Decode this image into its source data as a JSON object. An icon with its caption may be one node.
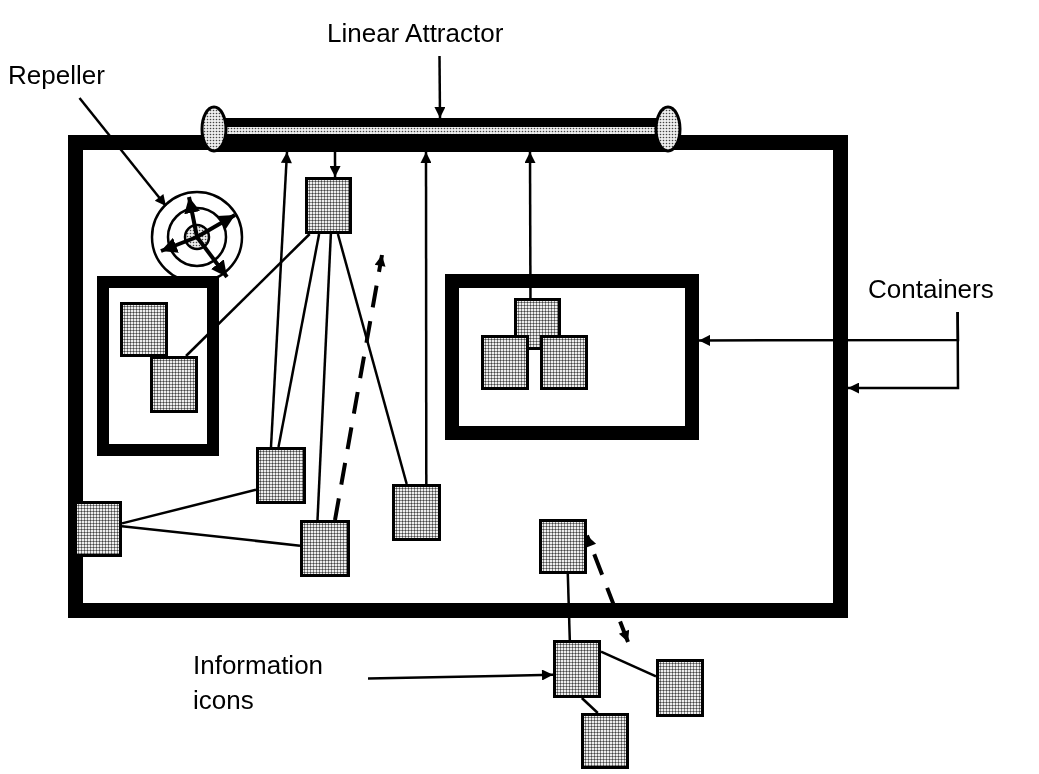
{
  "diagram": {
    "nodes": [
      {
        "text": [
          "Linear Attractor"
        ]
      },
      {
        "text": [
          "Repeller"
        ]
      },
      {
        "text": [
          "Containers"
        ]
      },
      {
        "text": [
          "Information icons"
        ]
      },
      {
        "text": [],
        "shape": "box"
      },
      {
        "text": [],
        "shape": "bar"
      },
      {
        "text": [],
        "shape": "circle",
        "in": 4
      },
      {
        "text": [],
        "shape": "box",
        "in": 4
      },
      {
        "text": [],
        "shape": "box",
        "in": 7
      },
      {
        "text": [],
        "shape": "box",
        "in": 7
      },
      {
        "text": [],
        "shape": "box",
        "in": 4
      },
      {
        "text": [],
        "shape": "box",
        "in": 10
      },
      {
        "text": [],
        "shape": "box",
        "in": 10
      },
      {
        "text": [],
        "shape": "box",
        "in": 10
      },
      {
        "text": [],
        "shape": "box",
        "in": 4
      },
      {
        "text": [],
        "shape": "box",
        "in": 4
      },
      {
        "text": [],
        "shape": "box",
        "in": 4
      },
      {
        "text": [],
        "shape": "box",
        "in": 4
      },
      {
        "text": [],
        "shape": "box",
        "in": 4
      },
      {
        "text": [],
        "shape": "box",
        "in": 4
      },
      {
        "text": [],
        "shape": "box"
      },
      {
        "text": [],
        "shape": "box"
      },
      {
        "text": [],
        "shape": "box"
      }
    ],
    "edges": [
      {
        "from": 0,
        "to": 5,
        "arrow": "to"
      },
      {
        "from": 1,
        "to": 6,
        "arrow": "to"
      },
      {
        "from": 2,
        "to": 10,
        "arrow": "to"
      },
      {
        "from": 2,
        "to": 4,
        "arrow": "to"
      },
      {
        "from": 3,
        "to": 20,
        "arrow": "to"
      },
      {
        "from": 15,
        "to": 5,
        "arrow": "to"
      },
      {
        "from": 15,
        "to": 14,
        "arrow": "none"
      },
      {
        "from": 5,
        "to": 14,
        "arrow": "to"
      },
      {
        "from": 14,
        "to": 9,
        "arrow": "none"
      },
      {
        "from": 14,
        "to": 17,
        "arrow": "none"
      },
      {
        "from": 14,
        "to": 18,
        "arrow": "none"
      },
      {
        "from": 18,
        "to": 5,
        "arrow": "to"
      },
      {
        "from": 16,
        "to": 15,
        "arrow": "none"
      },
      {
        "from": 16,
        "to": 17,
        "arrow": "none"
      },
      {
        "from": 17,
        "to": null,
        "arrow": "to",
        "style": "dashed"
      },
      {
        "from": 11,
        "to": 5,
        "arrow": "to"
      },
      {
        "from": 19,
        "to": 20,
        "arrow": "none"
      },
      {
        "from": 20,
        "to": 21,
        "arrow": "none"
      },
      {
        "from": 20,
        "to": 22,
        "arrow": "none"
      },
      {
        "from": null,
        "to": 19,
        "arrow": "both",
        "style": "dashed"
      }
    ]
  }
}
